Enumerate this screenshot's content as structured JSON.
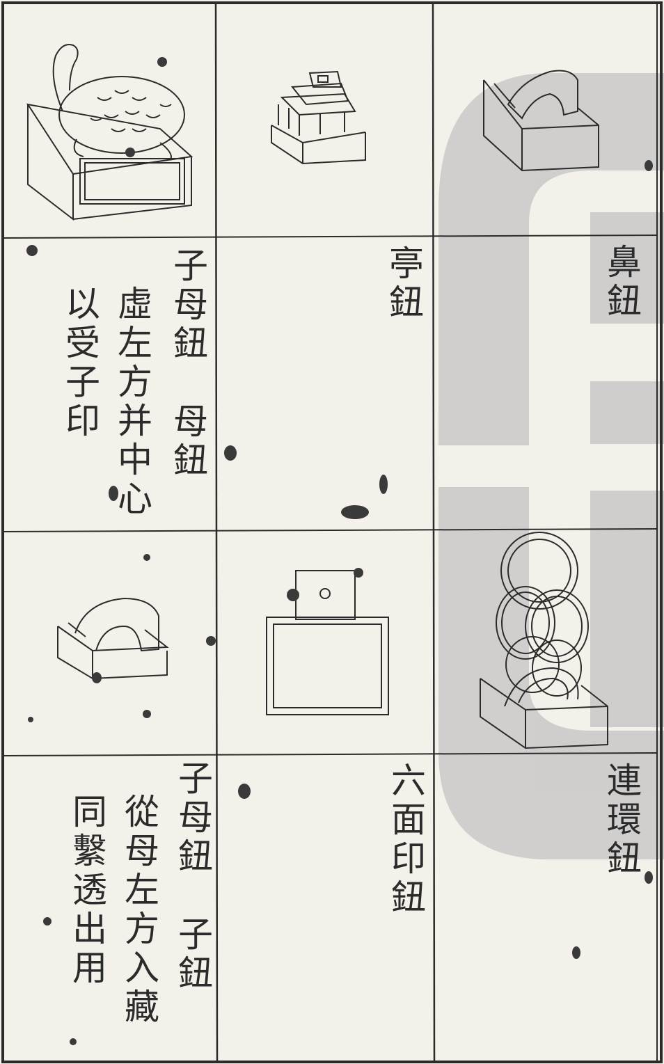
{
  "labels": {
    "bi_niu": "鼻鈕",
    "ting_niu": "亭鈕",
    "zimu_top_title": "子母鈕　母鈕",
    "zimu_top_desc1": "虛左方并中心",
    "zimu_top_desc2": "以受子印",
    "lianhuan_niu": "連環鈕",
    "liumian_niu": "六面印鈕",
    "zimu_bottom_title": "子母鈕　子鈕",
    "zimu_bottom_desc1": "從母左方入藏",
    "zimu_bottom_desc2": "同繫透出用"
  },
  "icons": {
    "turtle": "turtle-seal-icon",
    "pavilion": "pavilion-seal-icon",
    "nose": "nose-knob-seal-icon",
    "arch": "arch-knob-seal-icon",
    "six_face": "six-face-seal-icon",
    "chain": "chain-ring-seal-icon"
  },
  "colors": {
    "paper": "#f4f1ea",
    "ink": "#2b2b2b",
    "watermark": "#c9c9c9"
  }
}
